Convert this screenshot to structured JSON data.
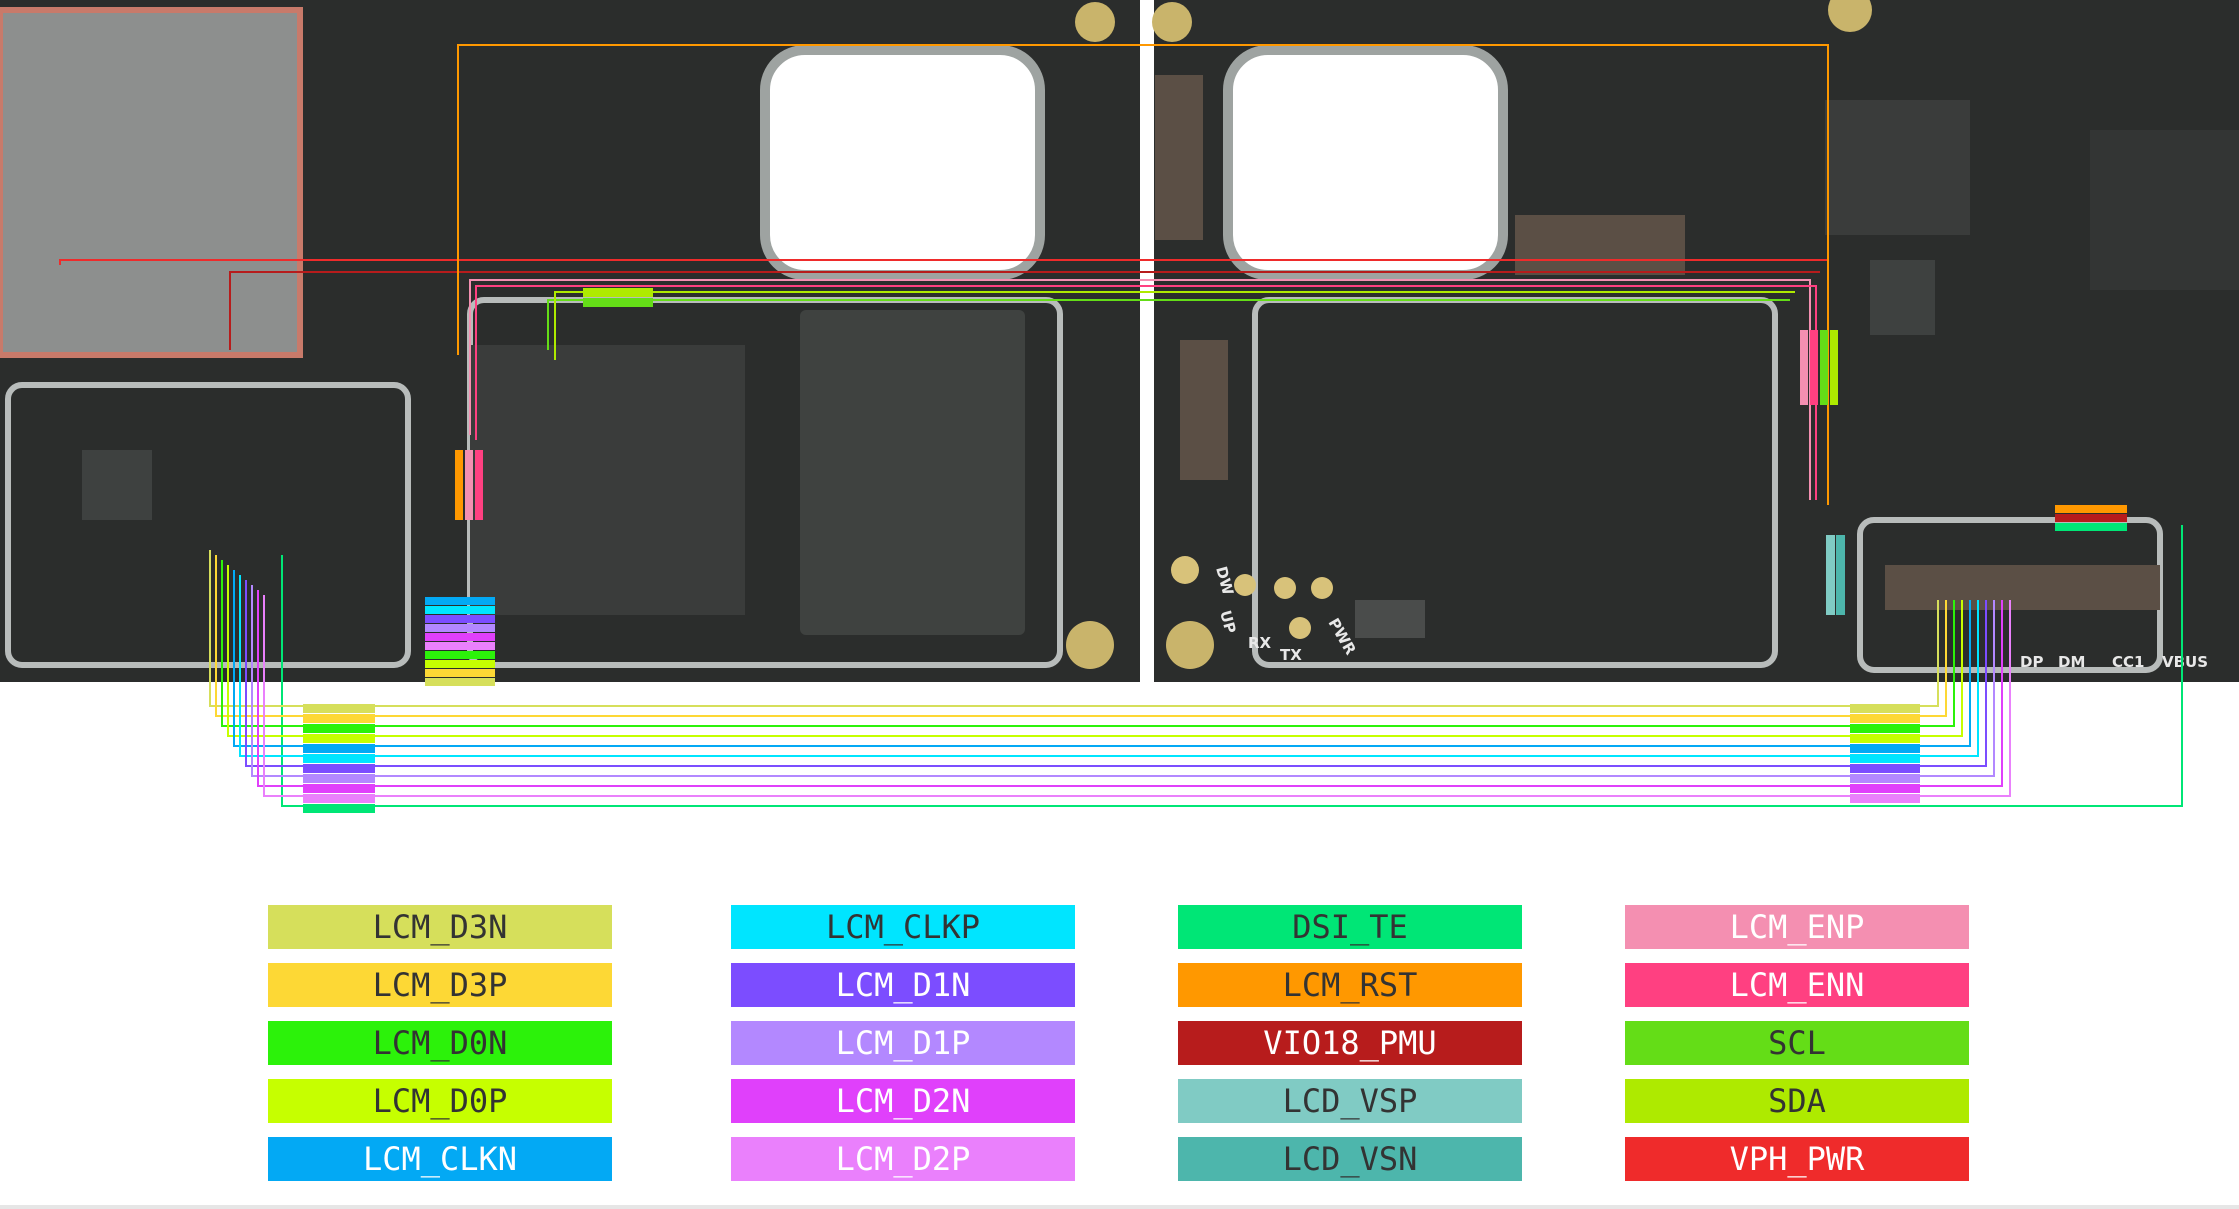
{
  "board_labels": {
    "dw": "DW",
    "up": "UP",
    "rx": "RX",
    "tx": "TX",
    "pwr": "PWR",
    "dp": "DP",
    "dm": "DM",
    "cc1": "CC1",
    "vbus": "VBUS"
  },
  "legend": [
    {
      "label": "LCM_D3N",
      "color": "#d6df5b",
      "text_color": "#333333"
    },
    {
      "label": "LCM_D3P",
      "color": "#fdd835",
      "text_color": "#333333"
    },
    {
      "label": "LCM_D0N",
      "color": "#2cf20a",
      "text_color": "#333333"
    },
    {
      "label": "LCM_D0P",
      "color": "#c6ff00",
      "text_color": "#333333"
    },
    {
      "label": "LCM_CLKN",
      "color": "#03a9f4",
      "text_color": "#ffffff"
    },
    {
      "label": "LCM_CLKP",
      "color": "#00e5ff",
      "text_color": "#333333"
    },
    {
      "label": "LCM_D1N",
      "color": "#7c4dff",
      "text_color": "#ffffff"
    },
    {
      "label": "LCM_D1P",
      "color": "#b388ff",
      "text_color": "#ffffff"
    },
    {
      "label": "LCM_D2N",
      "color": "#e040fb",
      "text_color": "#ffffff"
    },
    {
      "label": "LCM_D2P",
      "color": "#ea80fc",
      "text_color": "#ffffff"
    },
    {
      "label": "DSI_TE",
      "color": "#00e676",
      "text_color": "#333333"
    },
    {
      "label": "LCM_RST",
      "color": "#ff9800",
      "text_color": "#333333"
    },
    {
      "label": "VIO18_PMU",
      "color": "#b71c1c",
      "text_color": "#ffffff"
    },
    {
      "label": "LCD_VSP",
      "color": "#80cbc4",
      "text_color": "#333333"
    },
    {
      "label": "LCD_VSN",
      "color": "#4db6ac",
      "text_color": "#333333"
    },
    {
      "label": "LCM_ENP",
      "color": "#f48fb1",
      "text_color": "#ffffff"
    },
    {
      "label": "LCM_ENN",
      "color": "#ff4081",
      "text_color": "#ffffff"
    },
    {
      "label": "SCL",
      "color": "#64dd17",
      "text_color": "#333333"
    },
    {
      "label": "SDA",
      "color": "#aeea00",
      "text_color": "#333333"
    },
    {
      "label": "VPH_PWR",
      "color": "#ef2b2b",
      "text_color": "#ffffff"
    }
  ]
}
